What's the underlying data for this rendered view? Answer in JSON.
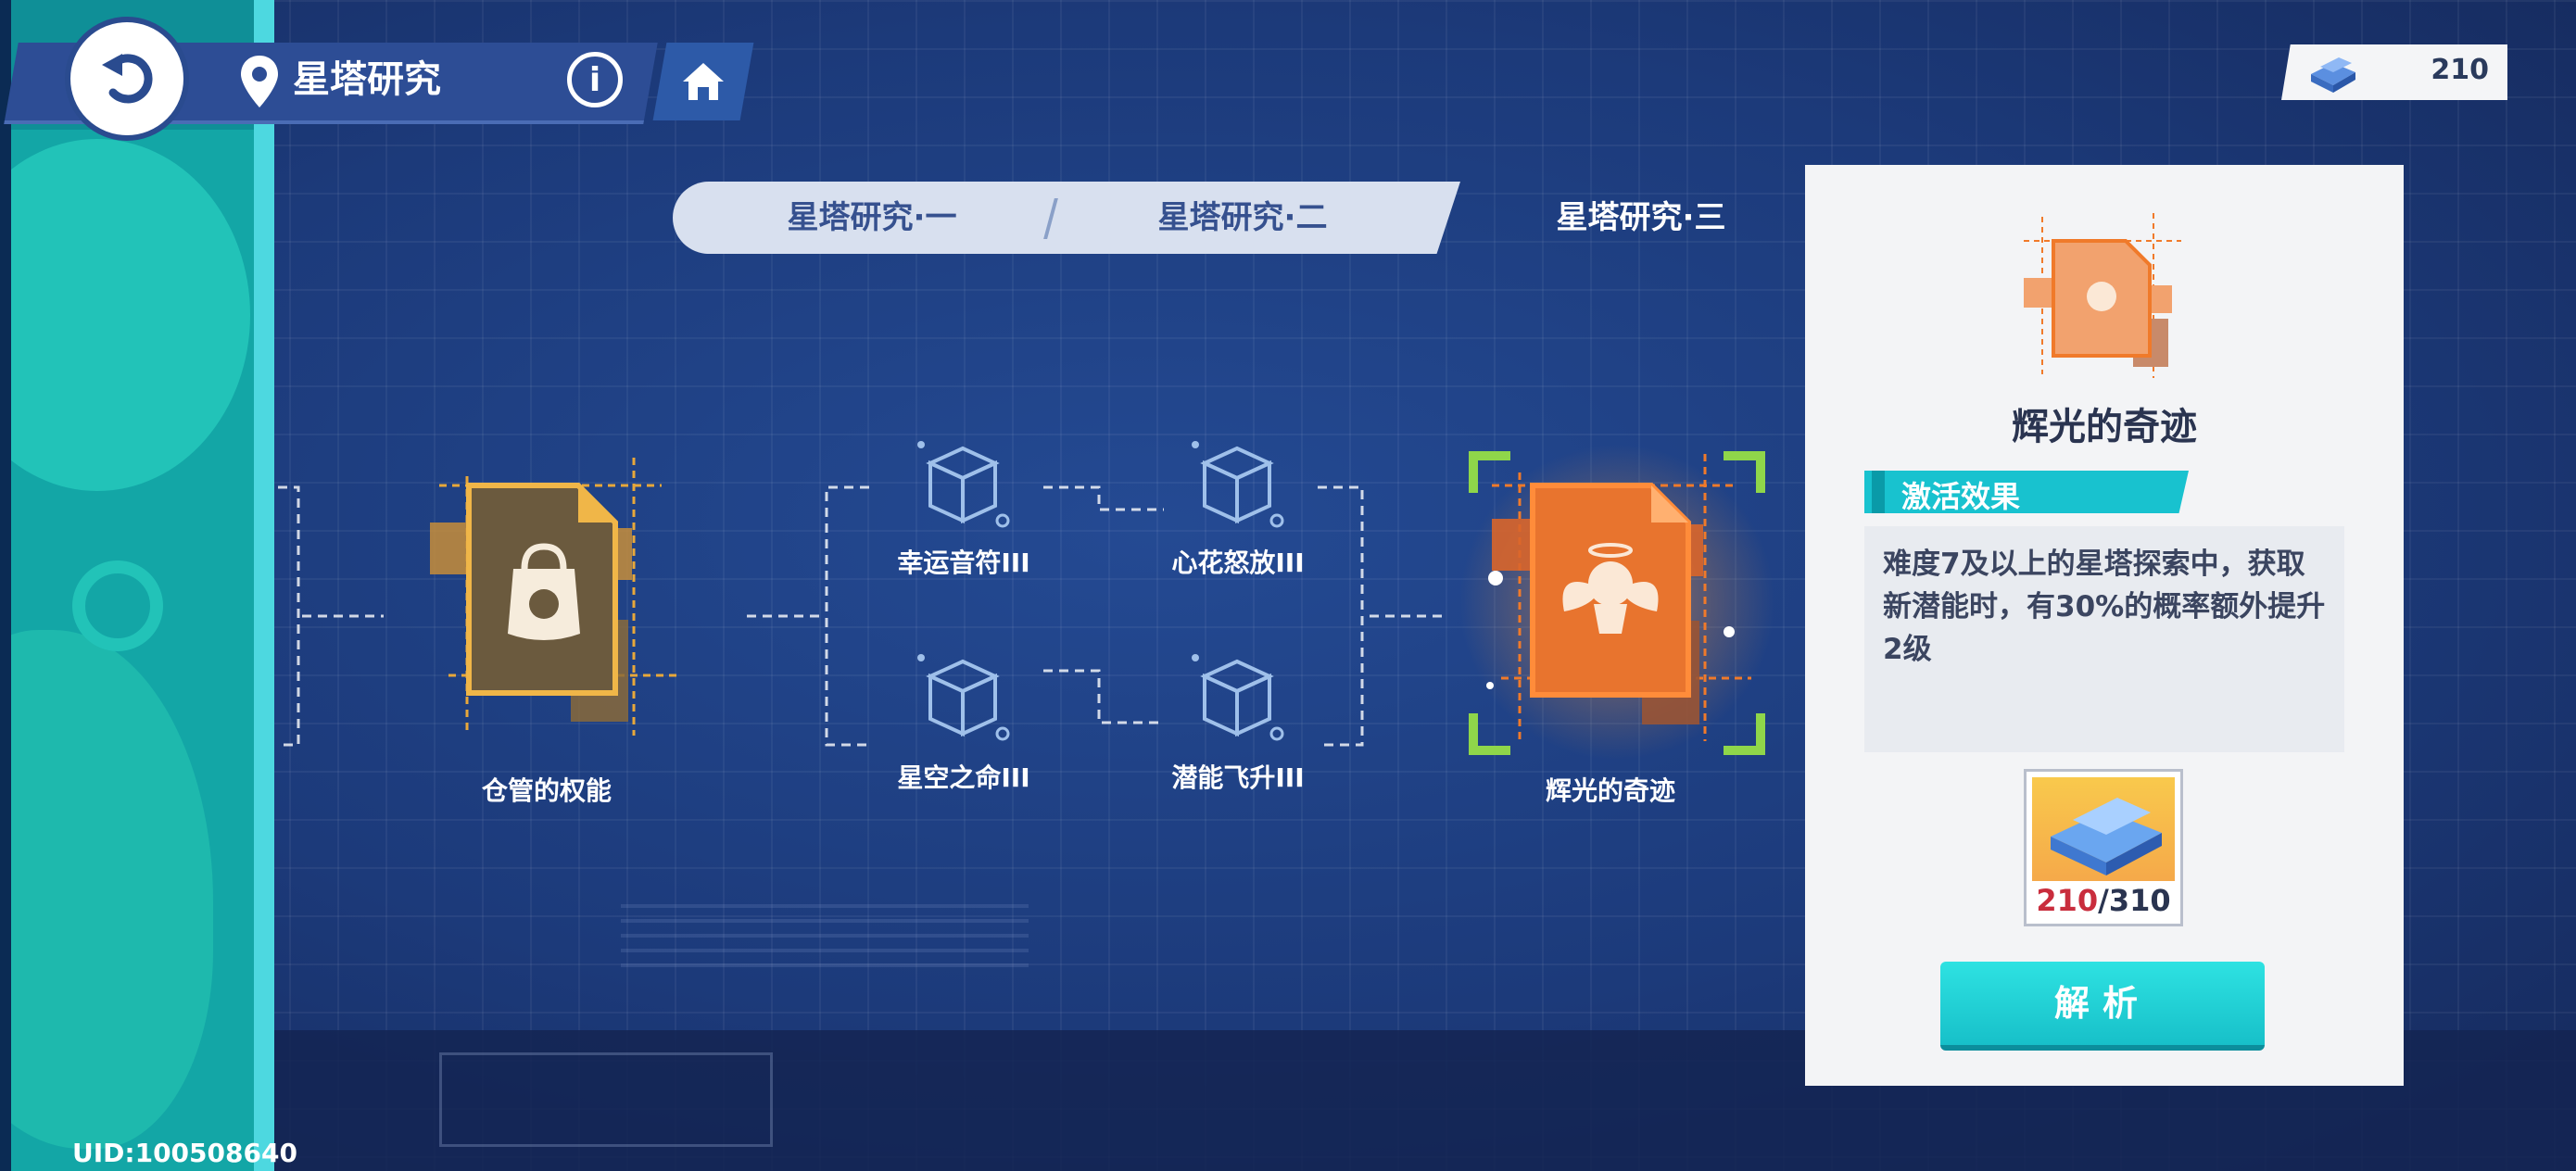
{
  "header": {
    "title": "星塔研究",
    "back_icon": "back-arrow-icon",
    "location_icon": "pin-icon",
    "info_label": "i",
    "home_icon": "home-icon"
  },
  "currency": {
    "icon": "crystal-ingot-icon",
    "value": "210"
  },
  "tabs": [
    {
      "label": "星塔研究·一",
      "active": false
    },
    {
      "label": "星塔研究·二",
      "active": false
    },
    {
      "label": "星塔研究·三",
      "active": true
    }
  ],
  "tree": {
    "node_left": {
      "label": "仓管的权能",
      "icon": "shopping-bag-icon"
    },
    "cube_top_left": {
      "label": "幸运音符III"
    },
    "cube_top_right": {
      "label": "心花怒放III"
    },
    "cube_bottom_left": {
      "label": "星空之命III"
    },
    "cube_bottom_right": {
      "label": "潜能飞升III"
    },
    "node_selected": {
      "label": "辉光的奇迹",
      "icon": "winged-emblem-icon"
    }
  },
  "panel": {
    "title": "辉光的奇迹",
    "tag": "激活效果",
    "description": "难度7及以上的星塔探索中，获取新潜能时，有30%的概率额外提升2级",
    "item": {
      "have": "210",
      "need": "/310"
    },
    "button": "解析"
  },
  "footer": {
    "uid": "UID:100508640"
  },
  "colors": {
    "accent_teal": "#18c2cf",
    "node_gold": "#e8a83a",
    "node_orange": "#f07a2a",
    "bg_blue": "#1d3b78"
  }
}
